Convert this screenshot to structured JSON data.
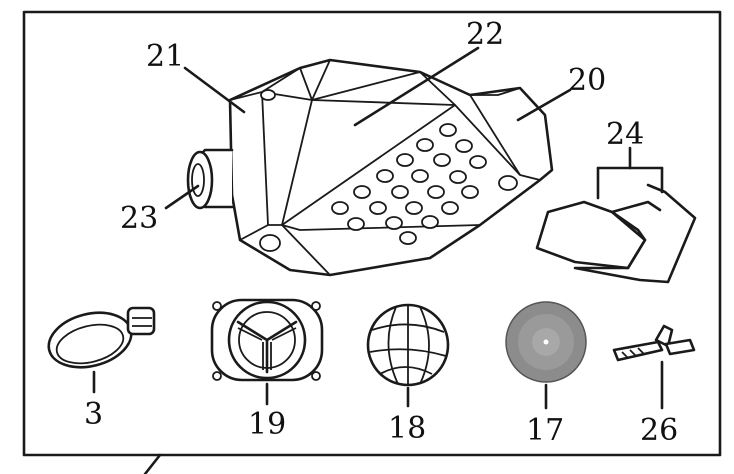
{
  "diagram": {
    "labels": {
      "p21": "21",
      "p22": "22",
      "p20": "20",
      "p24": "24",
      "p23": "23",
      "p3": "3",
      "p19": "19",
      "p18": "18",
      "p17": "17",
      "p26": "26"
    },
    "colors": {
      "line": "#1a1a1a",
      "foam": "#8c8c8c",
      "background": "#ffffff"
    }
  }
}
